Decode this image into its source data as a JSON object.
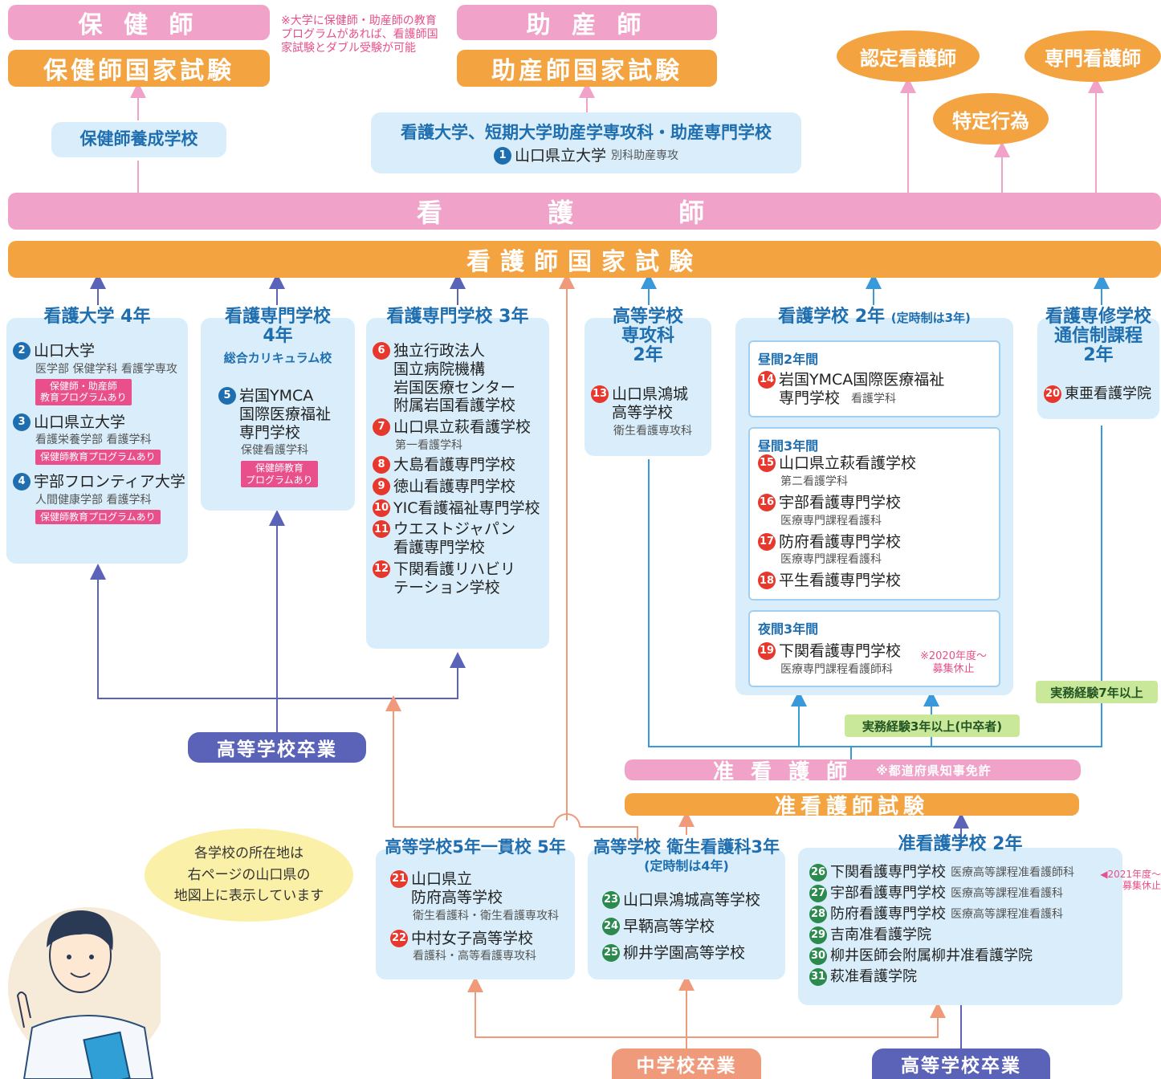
{
  "top": {
    "hokenshi": "保 健 師",
    "hokenshi_exam": "保健師国家試験",
    "note": "※大学に保健師・助産師の教育プログラムがあれば、看護師国家試験とダブル受験が可能",
    "josanshi": "助 産 師",
    "josanshi_exam": "助産師国家試験",
    "nintei": "認定看護師",
    "senmon": "専門看護師",
    "tokutei": "特定行為",
    "hokenshi_school": "保健師養成学校",
    "josan_school_title": "看護大学、短期大学助産学専攻科・助産専門学校",
    "josan_school_item": {
      "num": "1",
      "name": "山口県立大学",
      "sub": "別科助産専攻"
    }
  },
  "kangoshi": "看 護 師",
  "kangoshi_exam": "看護師国家試験",
  "univ4": {
    "title": "看護大学 4年",
    "items": [
      {
        "num": "2",
        "name": "山口大学",
        "sub": "医学部 保健学科 看護学専攻",
        "tag": "保健師・助産師\n教育プログラムあり"
      },
      {
        "num": "3",
        "name": "山口県立大学",
        "sub": "看護栄養学部 看護学科",
        "tag": "保健師教育プログラムあり"
      },
      {
        "num": "4",
        "name": "宇部フロンティア大学",
        "sub": "人間健康学部 看護学科",
        "tag": "保健師教育プログラムあり"
      }
    ]
  },
  "senmon4": {
    "title": "看護専門学校\n4年",
    "subtitle": "総合カリキュラム校",
    "item": {
      "num": "5",
      "name": "岩国YMCA\n国際医療福祉\n専門学校",
      "sub": "保健看護学科",
      "tag": "保健師教育\nプログラムあり"
    }
  },
  "senmon3": {
    "title": "看護専門学校 3年",
    "items": [
      {
        "num": "6",
        "name": "独立行政法人\n国立病院機構\n岩国医療センター\n附属岩国看護学校",
        "sub": ""
      },
      {
        "num": "7",
        "name": "山口県立萩看護学校",
        "sub": "第一看護学科"
      },
      {
        "num": "8",
        "name": "大島看護専門学校",
        "sub": ""
      },
      {
        "num": "9",
        "name": "徳山看護専門学校",
        "sub": ""
      },
      {
        "num": "10",
        "name": "YIC看護福祉専門学校",
        "sub": ""
      },
      {
        "num": "11",
        "name": "ウエストジャパン\n看護専門学校",
        "sub": ""
      },
      {
        "num": "12",
        "name": "下関看護リハビリ\nテーション学校",
        "sub": ""
      }
    ]
  },
  "koutou_senkou": {
    "title": "高等学校\n専攻科\n2年",
    "item": {
      "num": "13",
      "name": "山口県鴻城\n高等学校",
      "sub": "衛生看護専攻科"
    }
  },
  "kango2": {
    "title": "看護学校 2年",
    "title_note": "(定時制は3年)",
    "day2": {
      "label": "昼間2年間",
      "items": [
        {
          "num": "14",
          "name": "岩国YMCA国際医療福祉\n専門学校",
          "sub": "看護学科"
        }
      ]
    },
    "day3": {
      "label": "昼間3年間",
      "items": [
        {
          "num": "15",
          "name": "山口県立萩看護学校",
          "sub": "第二看護学科"
        },
        {
          "num": "16",
          "name": "宇部看護専門学校",
          "sub": "医療専門課程看護科"
        },
        {
          "num": "17",
          "name": "防府看護専門学校",
          "sub": "医療専門課程看護科"
        },
        {
          "num": "18",
          "name": "平生看護専門学校",
          "sub": ""
        }
      ]
    },
    "night3": {
      "label": "夜間3年間",
      "items": [
        {
          "num": "19",
          "name": "下関看護専門学校",
          "sub": "医療専門課程看護師科",
          "note": "※2020年度〜\n募集休止"
        }
      ]
    }
  },
  "tsushin": {
    "title": "看護専修学校\n通信制課程\n2年",
    "item": {
      "num": "20",
      "name": "東亜看護学院"
    }
  },
  "exp7": "実務経験7年以上",
  "exp3": "実務経験3年以上(中卒者)",
  "hs_grad_top": "高等学校卒業",
  "junkangoshi": "准 看 護 師",
  "junkangoshi_note": "※都道府県知事免許",
  "junkangoshi_exam": "准看護師試験",
  "bubble": "各学校の所在地は\n右ページの山口県の\n地図上に表示しています",
  "ikkan5": {
    "title": "高等学校5年一貫校 5年",
    "items": [
      {
        "num": "21",
        "name": "山口県立\n防府高等学校",
        "sub": "衛生看護科・衛生看護専攻科"
      },
      {
        "num": "22",
        "name": "中村女子高等学校",
        "sub": "看護科・高等看護専攻科"
      }
    ]
  },
  "eisei3": {
    "title": "高等学校 衛生看護科3年",
    "title_note": "(定時制は4年)",
    "items": [
      {
        "num": "23",
        "name": "山口県鴻城高等学校"
      },
      {
        "num": "24",
        "name": "早鞆高等学校"
      },
      {
        "num": "25",
        "name": "柳井学園高等学校"
      }
    ]
  },
  "jun2": {
    "title": "准看護学校 2年",
    "items": [
      {
        "num": "26",
        "name": "下関看護専門学校",
        "sub": "医療高等課程准看護師科"
      },
      {
        "num": "27",
        "name": "宇部看護専門学校",
        "sub": "医療高等課程准看護科"
      },
      {
        "num": "28",
        "name": "防府看護専門学校",
        "sub": "医療高等課程准看護科"
      },
      {
        "num": "29",
        "name": "吉南准看護学院",
        "sub": ""
      },
      {
        "num": "30",
        "name": "柳井医師会附属柳井准看護学院",
        "sub": ""
      },
      {
        "num": "31",
        "name": "萩准看護学院",
        "sub": ""
      }
    ],
    "note": "◀2021年度〜\n募集休止"
  },
  "middle_grad": "中学校卒業",
  "hs_grad_bottom": "高等学校卒業",
  "colors": {
    "pink": "#f0a2c8",
    "orange": "#f4a341",
    "blue": "#1f6fb0",
    "lightblue": "#d9eefa",
    "purple": "#5b63b8",
    "green": "#c9e89a"
  }
}
